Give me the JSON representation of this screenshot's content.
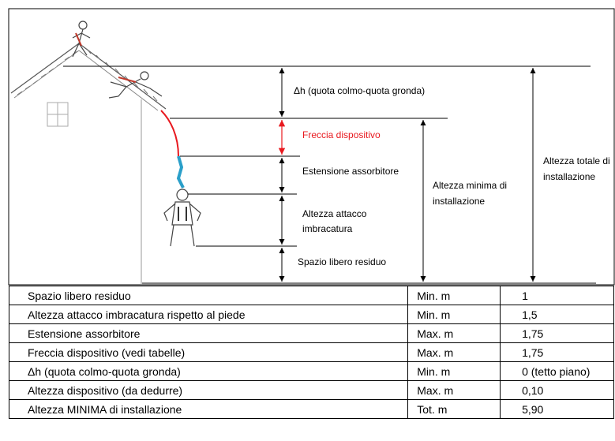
{
  "diagram": {
    "labels": {
      "delta_h": "Δh (quota colmo-quota gronda)",
      "freccia": "Freccia dispositivo",
      "estensione": "Estensione assorbitore",
      "attacco_line1": "Altezza attacco",
      "attacco_line2": "imbracatura",
      "spazio": "Spazio libero residuo",
      "altezza_minima_line1": "Altezza minima di",
      "altezza_minima_line2": "installazione",
      "altezza_totale_line1": "Altezza totale di",
      "altezza_totale_line2": "installazione"
    },
    "colors": {
      "highlight": "#e8191f",
      "rope": "#2a9fc9",
      "line": "#000000"
    }
  },
  "table": {
    "rows": [
      {
        "label": "Spazio libero residuo",
        "unit": "Min. m",
        "value": "1"
      },
      {
        "label": "Altezza attacco imbracatura rispetto al piede",
        "unit": "Min. m",
        "value": "1,5"
      },
      {
        "label": "Estensione assorbitore",
        "unit": "Max. m",
        "value": "1,75"
      },
      {
        "label": "Freccia dispositivo (vedi tabelle)",
        "unit": "Max. m",
        "value": "1,75"
      },
      {
        "label": "Δh (quota colmo-quota gronda)",
        "unit": "Min. m",
        "value": "0 (tetto piano)"
      },
      {
        "label": "Altezza dispositivo (da dedurre)",
        "unit": "Max. m",
        "value": "0,10"
      },
      {
        "label": "Altezza MINIMA di installazione",
        "unit": "Tot. m",
        "value": "5,90"
      }
    ]
  }
}
